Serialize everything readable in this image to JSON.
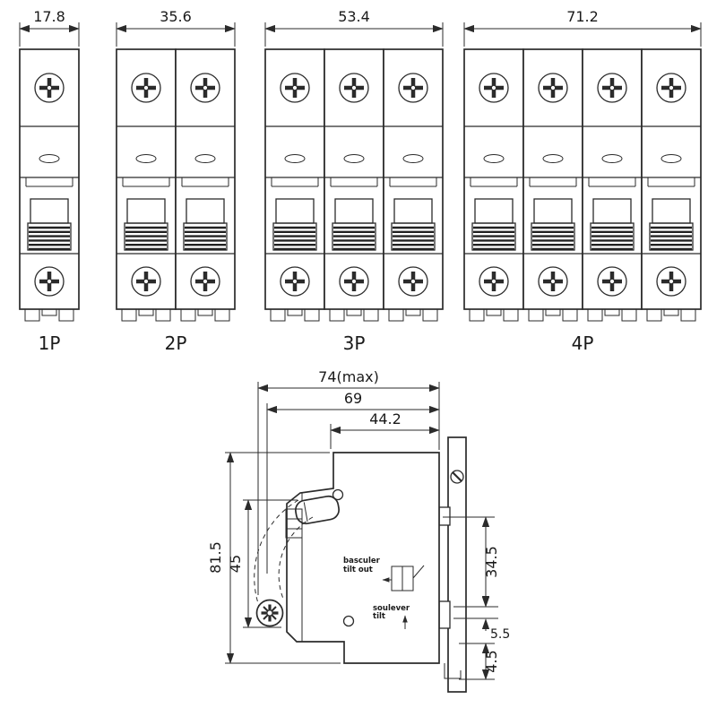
{
  "page": {
    "ink_color": "#2b2b2b",
    "background": "#ffffff"
  },
  "front_views": [
    {
      "id": "1p",
      "label": "1P",
      "width_dim": "17.8"
    },
    {
      "id": "2p",
      "label": "2P",
      "width_dim": "35.6"
    },
    {
      "id": "3p",
      "label": "3P",
      "width_dim": "53.4"
    },
    {
      "id": "4p",
      "label": "4P",
      "width_dim": "71.2"
    }
  ],
  "side_view": {
    "dimensions": {
      "overall_depth": "74(max)",
      "depth_without_handle": "69",
      "front_depth": "44.2",
      "overall_height": "81.5",
      "front_height": "45",
      "rail_zone_height": "34.5",
      "rail_gap": "5.5",
      "clip_extension": "4.5"
    },
    "annotations": {
      "tilt_fr": "basculer",
      "tilt_en": "tilt out",
      "lift_fr": "soulever",
      "lift_en": "tilt"
    }
  }
}
